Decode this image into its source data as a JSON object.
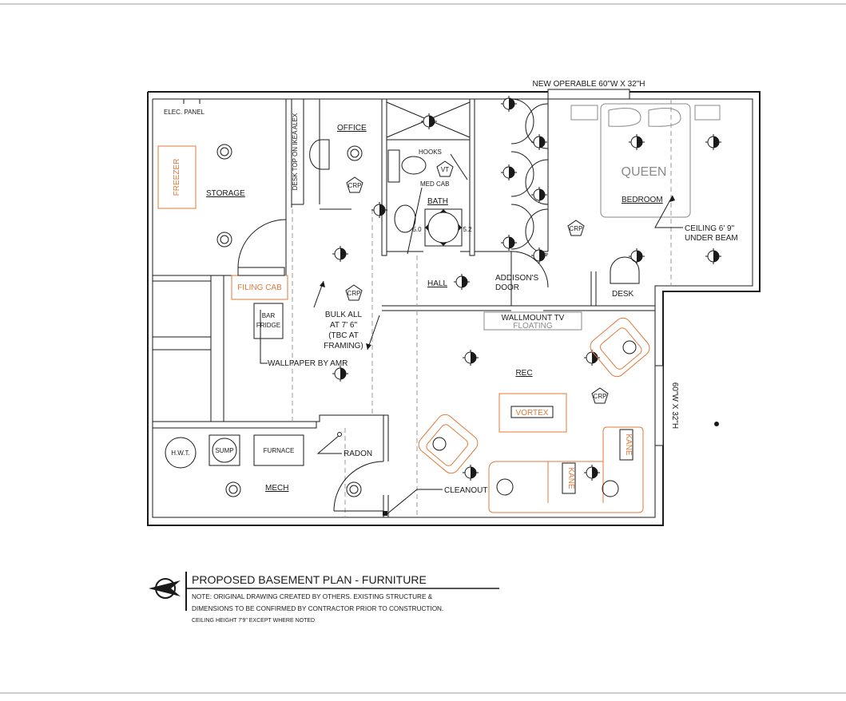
{
  "labels": {
    "window_top": "NEW OPERABLE 60\"W X 32\"H",
    "elec_panel": "ELEC. PANEL",
    "freezer": "FREEZER",
    "storage": "STORAGE",
    "desk_top": "DESK TOP ON IKEA ALEX",
    "office": "OFFICE",
    "hooks": "HOOKS",
    "vt": "VT",
    "med_cab": "MED CAB",
    "bath": "BATH",
    "crp": "CRP",
    "queen": "QUEEN",
    "bedroom": "BEDROOM",
    "ceiling_line1": "CEILING 6' 9\"",
    "ceiling_line2": "UNDER BEAM",
    "hall": "HALL",
    "addisons_line1": "ADDISON'S",
    "addisons_line2": "DOOR",
    "desk": "DESK",
    "filing_cab": "FILING CAB",
    "bar": "BAR",
    "fridge": "FRIDGE",
    "bulk_1": "BULK ALL",
    "bulk_2": "AT 7' 6\"",
    "bulk_3": "(TBC AT",
    "bulk_4": "FRAMING)",
    "wallmount_tv": "WALLMOUNT TV",
    "floating": "FLOATING",
    "wallpaper": "WALLPAPER BY AMR",
    "rec": "REC",
    "vortex": "VORTEX",
    "window_right": "60\"W X 32\"H",
    "kane": "KANE",
    "hwt": "H.W.T.",
    "sump": "SUMP",
    "furnace": "FURNACE",
    "radon": "RADON",
    "mech": "MECH",
    "cleanout": "CLEANOUT",
    "dim_50": "5.0",
    "dim_52": "5.2"
  },
  "title_block": {
    "title": "PROPOSED BASEMENT PLAN - FURNITURE",
    "note_1": "NOTE: ORIGINAL DRAWING CREATED BY OTHERS. EXISTING STRUCTURE &",
    "note_2": "DIMENSIONS TO BE CONFIRMED BY CONTRACTOR PRIOR TO CONSTRUCTION.",
    "note_3": "CEILING HEIGHT 7'9\" EXCEPT WHERE NOTED"
  },
  "colors": {
    "wall": "#1a1a1a",
    "furniture_accent": "#e07a3a",
    "dash": "#9a9a9a"
  }
}
